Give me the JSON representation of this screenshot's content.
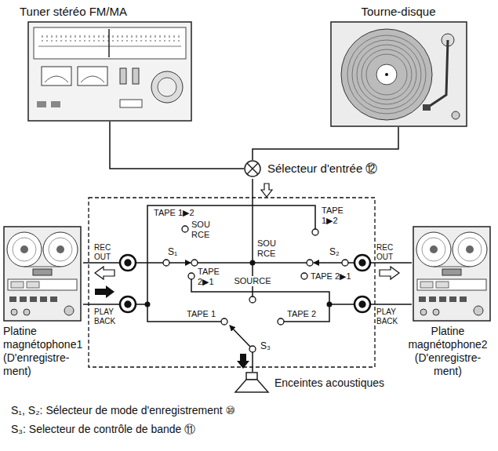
{
  "diagram": {
    "nodes": [
      {
        "text": [
          "Tuner stéréo FM/MA"
        ]
      },
      {
        "text": [
          "Tourne-disque"
        ]
      },
      {
        "text": [
          "Sélecteur d'entrée ⑫"
        ]
      },
      {
        "text": [
          "Platine magnétophone1 (D'enregistre- ment)"
        ]
      },
      {
        "text": [
          "Platine magnétophone2 (D'enregistre- ment)"
        ]
      },
      {
        "text": [
          "Enceintes acoustiques"
        ]
      }
    ],
    "edges": [
      {
        "from": 0,
        "to": 2,
        "arrow": "none"
      },
      {
        "from": 1,
        "to": 2,
        "arrow": "none"
      }
    ],
    "labels": [
      "TAPE 1▶2",
      "SOU RCE",
      "TAPE 1▶2",
      "REC OUT",
      "S₁",
      "SOU RCE",
      "S₂",
      "REC OUT",
      "TAPE 2▶1",
      "TAPE 2▶1",
      "SOURCE",
      "PLAY BACK",
      "PLAY BACK",
      "TAPE 1",
      "TAPE 2",
      "S₃",
      "S₁, S₂: Sélecteur de mode d'enregistrement ⑩",
      "S₃: Selecteur de contrôle de bande ⑪"
    ]
  }
}
